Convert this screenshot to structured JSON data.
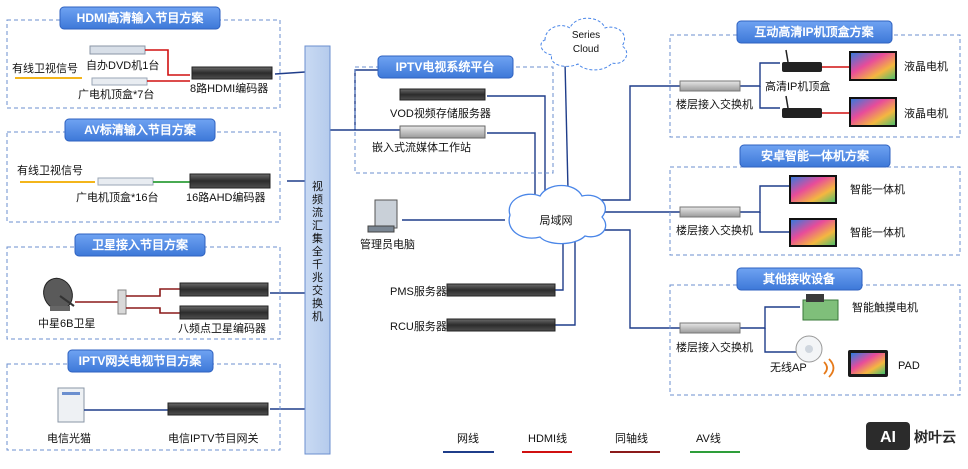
{
  "sections": {
    "hdmi": {
      "title": "HDMI高清输入节目方案",
      "cable_signal": "有线卫视信号",
      "dvd": "自办DVD机1台",
      "stb": "广电机顶盒*7台",
      "encoder": "8路HDMI编码器"
    },
    "av": {
      "title": "AV标清输入节目方案",
      "cable_signal": "有线卫视信号",
      "stb": "广电机顶盒*16台",
      "encoder": "16路AHD编码器"
    },
    "satellite": {
      "title": "卫星接入节目方案",
      "dish": "中星6B卫星",
      "encoder": "八频点卫星编码器"
    },
    "iptv_gw": {
      "title": "IPTV网关电视节目方案",
      "modem": "电信光猫",
      "gateway": "电信IPTV节目网关"
    },
    "platform": {
      "title": "IPTV电视系统平台",
      "vod": "VOD视频存储服务器",
      "workstation": "嵌入式流媒体工作站"
    },
    "stb_solution": {
      "title": "互动高清IP机顶盒方案",
      "switch": "楼层接入交换机",
      "stb": "高清IP机顶盒",
      "tv1": "液晶电机",
      "tv2": "液晶电机"
    },
    "android": {
      "title": "安卓智能一体机方案",
      "switch": "楼层接入交换机",
      "aio1": "智能一体机",
      "aio2": "智能一体机"
    },
    "other": {
      "title": "其他接收设备",
      "switch": "楼层接入交换机",
      "touch": "智能触摸电机",
      "ap": "无线AP",
      "pad": "PAD"
    }
  },
  "core": {
    "switch_label": "视频流汇集全千兆交换机",
    "lan": "局域网",
    "series_cloud": [
      "Series",
      "Cloud"
    ],
    "admin_pc": "管理员电脑",
    "pms": "PMS服务器",
    "rcu": "RCU服务器"
  },
  "legend": {
    "items": [
      {
        "label": "网线",
        "color": "#1f3d8a"
      },
      {
        "label": "HDMI线",
        "color": "#d01010"
      },
      {
        "label": "同轴线",
        "color": "#8b1a1a"
      },
      {
        "label": "AV线",
        "color": "#2e9e3a"
      }
    ]
  },
  "watermark": {
    "logo": "AI",
    "text": "树叶云"
  },
  "colors": {
    "header": "#4a86e8",
    "network": "#1f3d8a",
    "hdmi": "#d01010",
    "coax": "#8b1a1a",
    "av": "#2e9e3a",
    "cable_yellow": "#f3b51b"
  }
}
